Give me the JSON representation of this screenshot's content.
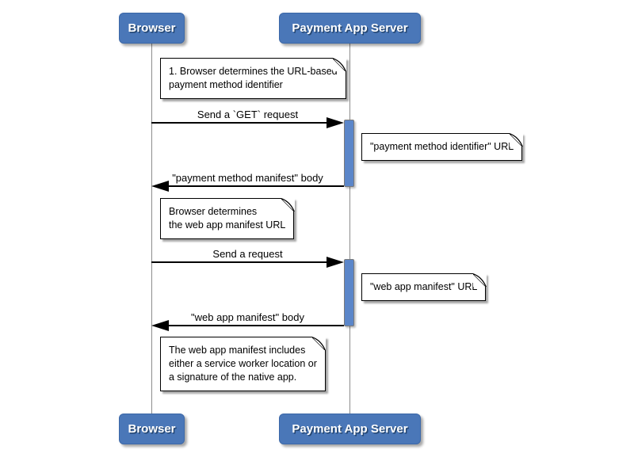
{
  "actors": {
    "browser": {
      "label": "Browser"
    },
    "server": {
      "label": "Payment App Server"
    }
  },
  "messages": {
    "m1": {
      "label": "Send a `GET` request",
      "direction": "right"
    },
    "r1": {
      "label": "\"payment method manifest\" body",
      "direction": "left"
    },
    "m2": {
      "label": "Send a request",
      "direction": "right"
    },
    "r2": {
      "label": "\"web app manifest\" body",
      "direction": "left"
    }
  },
  "notes": {
    "determine_pmi": {
      "text": "1. Browser determines the URL-based\npayment method identifier"
    },
    "pmi_url": {
      "text": "\"payment method identifier\" URL"
    },
    "determine_wam": {
      "text": "Browser determines\nthe web app manifest URL"
    },
    "wam_url": {
      "text": "\"web app manifest\" URL"
    },
    "wam_contents": {
      "text": "The web app manifest includes\neither a service worker location or\na signature of the native app."
    }
  },
  "colors": {
    "actor_fill": "#4a77b8",
    "actor_border": "#3c68a8",
    "activation_fill": "#5b86c9",
    "lifeline": "#8c8c8c",
    "note_fill": "#ffffff",
    "message_line": "#000000"
  }
}
